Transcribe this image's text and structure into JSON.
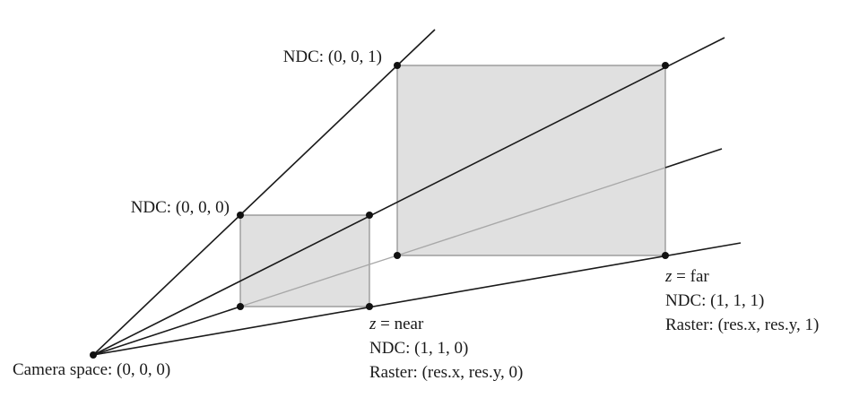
{
  "labels": {
    "ndc_origin_near": "NDC: (0, 0, 0)",
    "ndc_origin_far": "NDC: (0, 0, 1)",
    "camera": "Camera space: (0, 0, 0)",
    "near": {
      "z_var": "z",
      "z_value": " = near",
      "ndc": "NDC: (1, 1, 0)",
      "raster": "Raster: (res.x, res.y, 0)"
    },
    "far": {
      "z_var": "z",
      "z_value": " = far",
      "ndc": "NDC: (1, 1, 1)",
      "raster": "Raster: (res.x, res.y, 1)"
    }
  },
  "colors": {
    "plane_fill": "#e0e0e0",
    "line": "#1a1a1a",
    "hidden_line": "#a8a8a8"
  }
}
